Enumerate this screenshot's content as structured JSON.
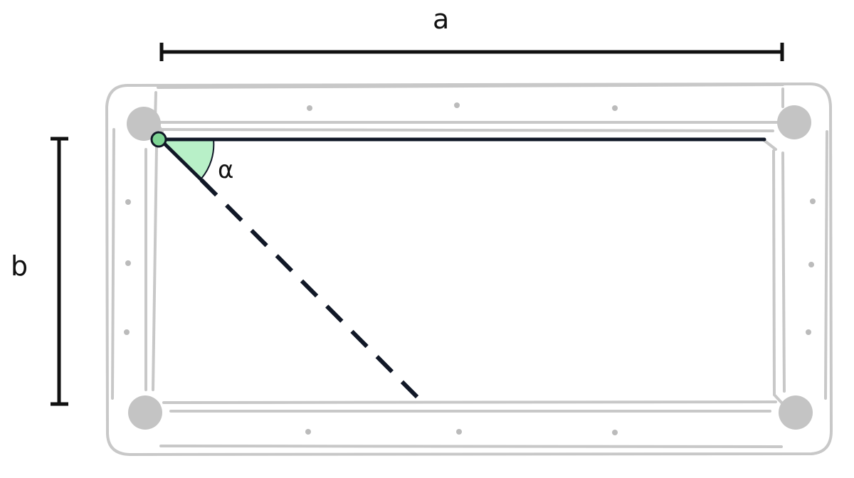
{
  "labels": {
    "width": "a",
    "height": "b",
    "angle": "α"
  },
  "colors": {
    "table_outline": "#c8c8c8",
    "pocket": "#c4c4c4",
    "diamond": "#bbbbbb",
    "shot_line": "#111827",
    "angle_fill": "#b8f0c8",
    "ball_fill": "#7ed494",
    "dimension_line": "#111111"
  }
}
